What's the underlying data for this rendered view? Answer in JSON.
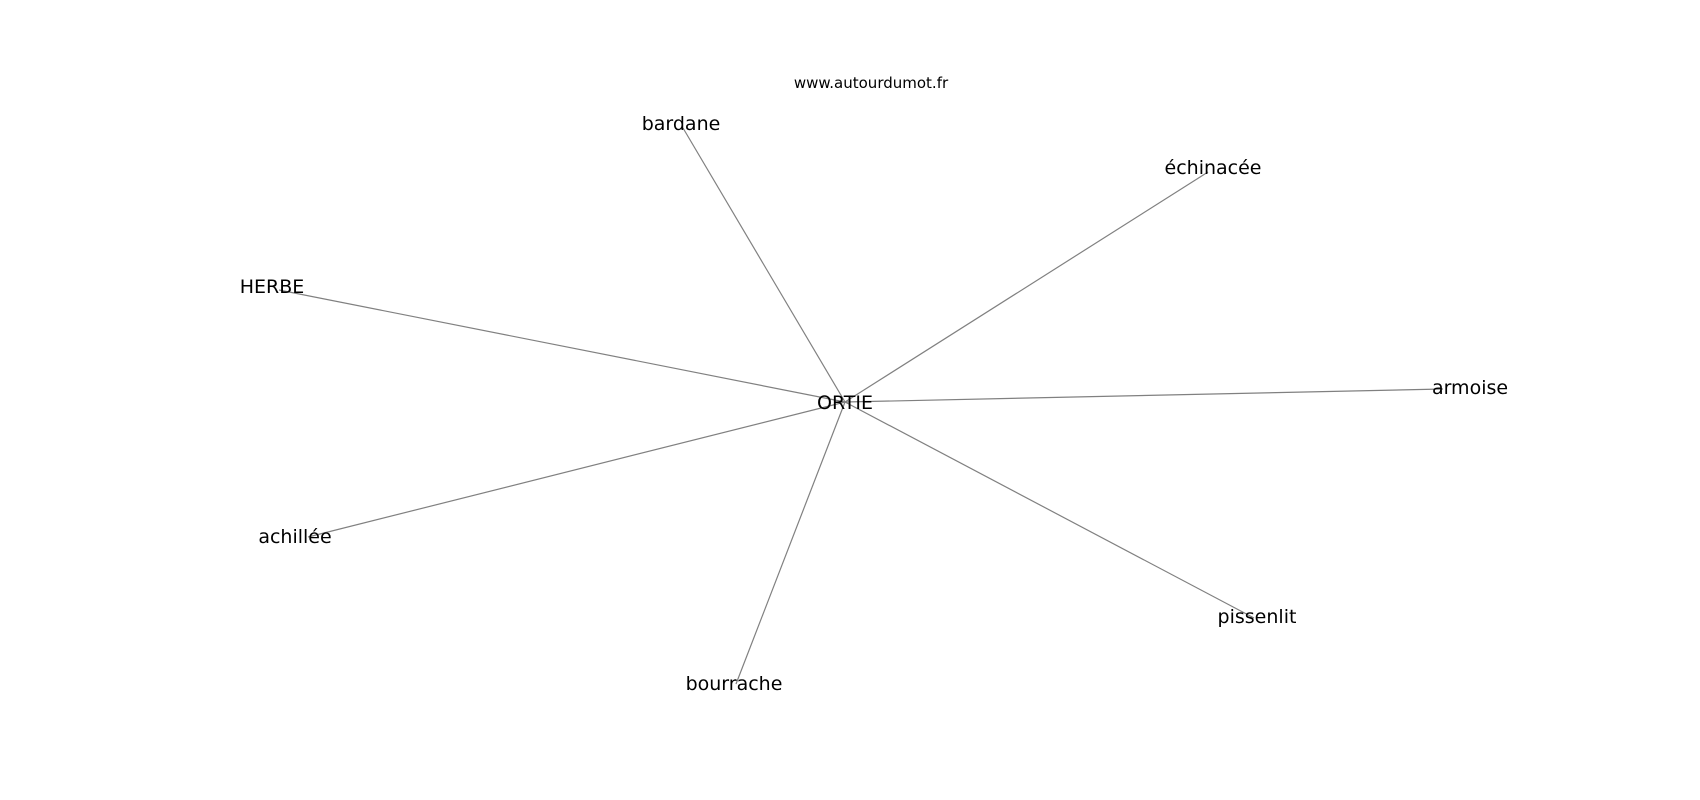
{
  "site": "www.autourdumot.fr",
  "center": "ORTIE",
  "related": [
    "bardane",
    "échinacée",
    "HERBE",
    "armoise",
    "achillée",
    "pissenlit",
    "bourrache"
  ],
  "colors": {
    "edge": "#808080",
    "text": "#000000",
    "background": "#ffffff"
  }
}
